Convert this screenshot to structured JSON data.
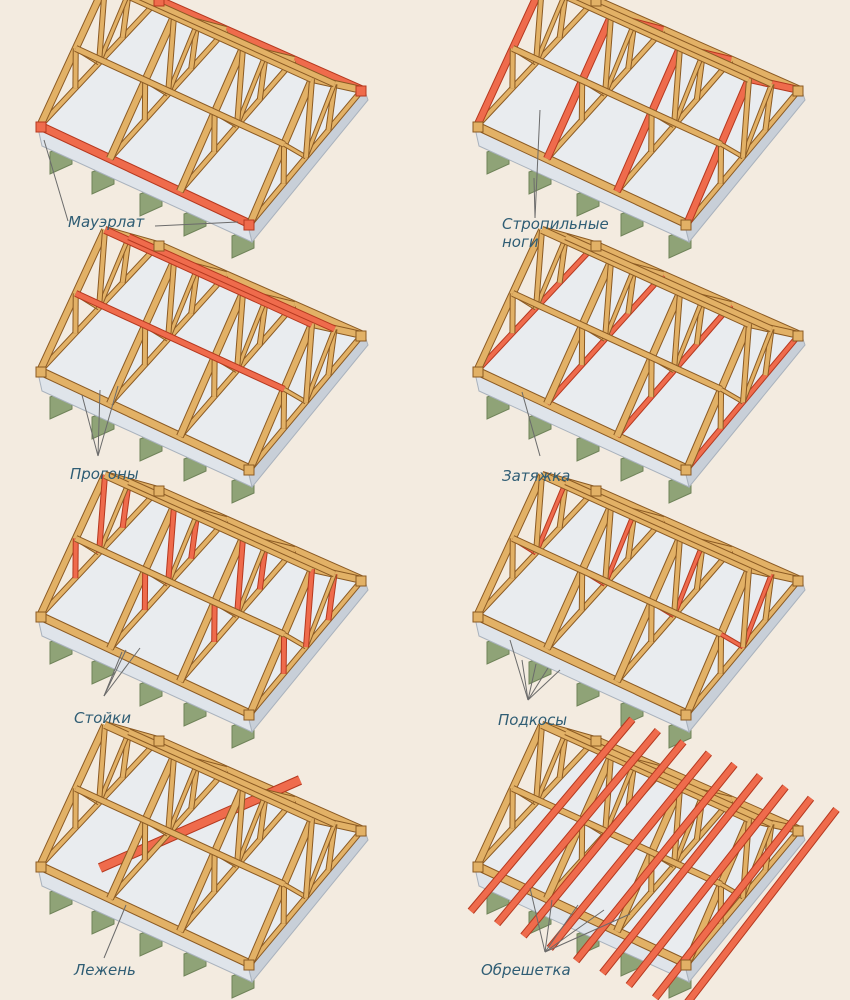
{
  "panels": [
    {
      "key": "mauerlat",
      "label": "Мауэрлат",
      "label2": "",
      "highlight": "mauerlat"
    },
    {
      "key": "rafters",
      "label": "Стропильные",
      "label2": "ноги",
      "highlight": "rafters"
    },
    {
      "key": "purlins",
      "label": "Прогоны",
      "label2": "",
      "highlight": "purlins"
    },
    {
      "key": "ties",
      "label": "Затяжка",
      "label2": "",
      "highlight": "ties"
    },
    {
      "key": "posts",
      "label": "Стойки",
      "label2": "",
      "highlight": "posts"
    },
    {
      "key": "braces",
      "label": "Подкосы",
      "label2": "",
      "highlight": "braces"
    },
    {
      "key": "sill",
      "label": "Лежень",
      "label2": "",
      "highlight": "sill"
    },
    {
      "key": "lathing",
      "label": "Обрешетка",
      "label2": "",
      "highlight": "lathing"
    }
  ],
  "colors": {
    "background": "#f3ebe0",
    "wood": "#e2b166",
    "wood_edge": "#8b5a23",
    "highlight": "#ef6b4c",
    "highlight_edge": "#b5381f",
    "wall_top": "#e9ecef",
    "wall_side": "#c8cfd8",
    "foundation": "#8fa377",
    "foundation_dark": "#6f8359",
    "label": "#2f5d74",
    "leader": "#6b6b6b"
  }
}
